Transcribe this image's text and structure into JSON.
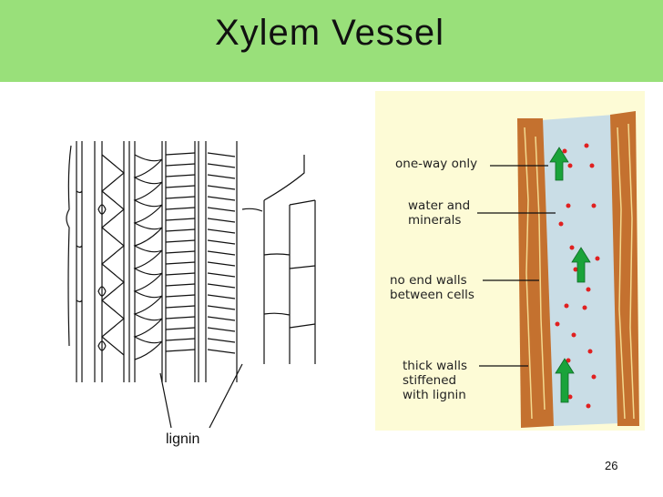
{
  "slide": {
    "title": "Xylem Vessel",
    "page_number": "26",
    "header_color": "#99e07a"
  },
  "left_diagram": {
    "label": "lignin"
  },
  "right_diagram": {
    "labels": {
      "one_way": "one-way only",
      "water_minerals": "water and\nminerals",
      "no_end_walls": "no end walls\nbetween cells",
      "thick_walls": "thick walls\nstiffened\nwith lignin"
    },
    "colors": {
      "background": "#fdfbd6",
      "wall": "#c4712f",
      "lumen": "#c9dde6",
      "dots": "#e02020",
      "arrows": "#1aa33a"
    }
  }
}
